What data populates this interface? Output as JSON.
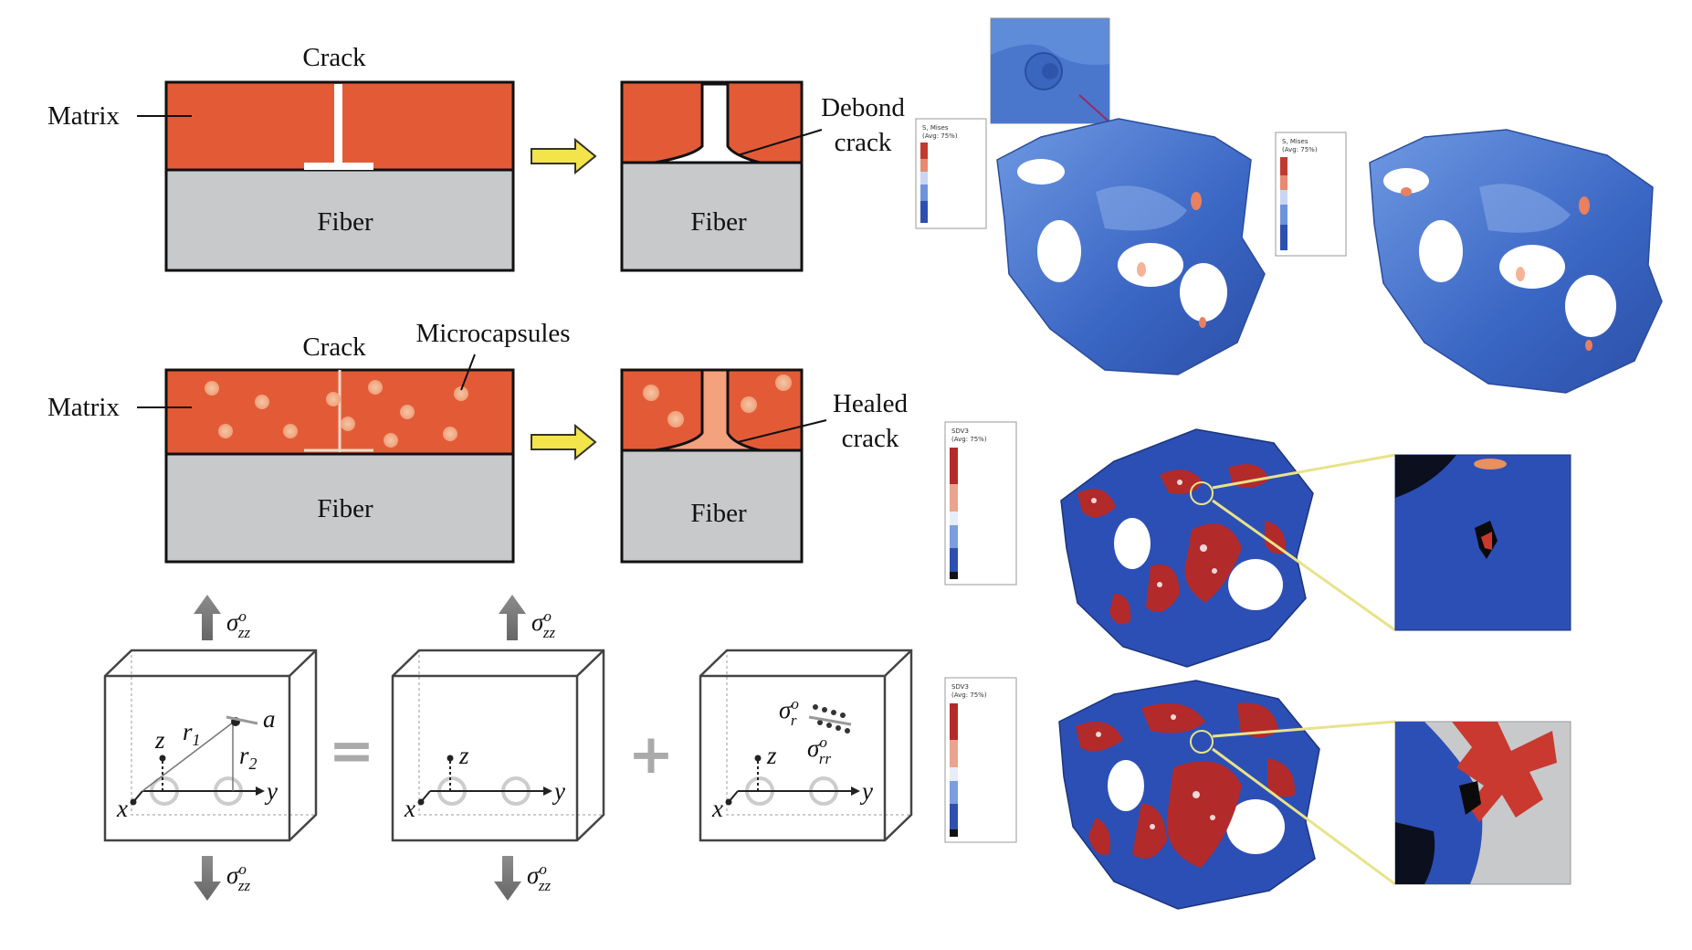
{
  "panel_a": {
    "top_left": {
      "crack": "Crack",
      "matrix": "Matrix",
      "fiber": "Fiber"
    },
    "top_right": {
      "debond_line1": "Debond",
      "debond_line2": "crack",
      "fiber": "Fiber"
    },
    "mid_left": {
      "crack": "Crack",
      "microcapsules": "Microcapsules",
      "matrix": "Matrix",
      "fiber": "Fiber"
    },
    "mid_right": {
      "healed_line1": "Healed",
      "healed_line2": "crack",
      "fiber": "Fiber"
    }
  },
  "panel_b": {
    "stress_sym": "σ",
    "stress_sup": "o",
    "stress_sub": "zz",
    "box1": {
      "z": "z",
      "x": "x",
      "y": "y",
      "r1": "r",
      "r1_sub": "1",
      "r2": "r",
      "r2_sub": "2",
      "a": "a"
    },
    "box2": {
      "z": "z",
      "x": "x",
      "y": "y"
    },
    "box3": {
      "z": "z",
      "x": "x",
      "y": "y",
      "sr": "σ",
      "sr_sup": "o",
      "sr_sub": "r",
      "srr": "σ",
      "srr_sup": "o",
      "srr_sub": "rr"
    },
    "equals": "=",
    "plus": "+"
  },
  "panel_c": {
    "legend_title_1": "S, Mises",
    "legend_title_2": "SDV3",
    "legend_avg": "(Avg: 75%)"
  },
  "colors": {
    "matrix": "#e35b36",
    "fiber": "#c8c9cb",
    "arrow_fill": "#f2e44a",
    "mises_blue": "#3d6fce",
    "damage_red": "#b22a2a",
    "zoom_line": "#e8e38a"
  }
}
